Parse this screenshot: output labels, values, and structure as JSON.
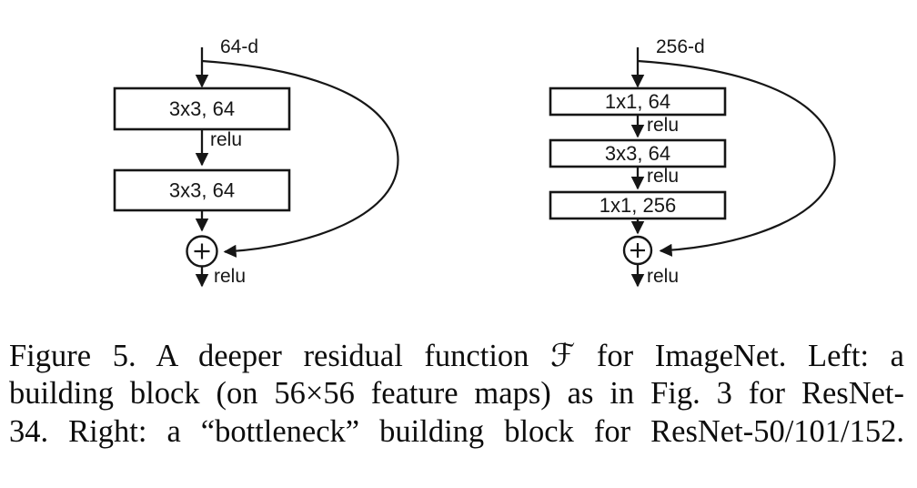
{
  "colors": {
    "ink": "#161616",
    "background": "#ffffff"
  },
  "diagram_left": {
    "input_label": "64-d",
    "boxes": [
      "3x3, 64",
      "3x3, 64"
    ],
    "relu_label": "relu",
    "add_symbol": "plus-in-circle"
  },
  "diagram_right": {
    "input_label": "256-d",
    "boxes": [
      "1x1, 64",
      "3x3, 64",
      "1x1, 256"
    ],
    "relu_label": "relu",
    "add_symbol": "plus-in-circle"
  },
  "caption": {
    "line1_pre": "Figure 5. A deeper residual function ",
    "line1_math": "ℱ",
    "line1_post": " for ImageNet.  Left:  a",
    "line2": "building block (on 56×56 feature maps) as in Fig. 3 for ResNet-",
    "line3": "34. Right: a “bottleneck” building block for ResNet-50/101/152."
  }
}
